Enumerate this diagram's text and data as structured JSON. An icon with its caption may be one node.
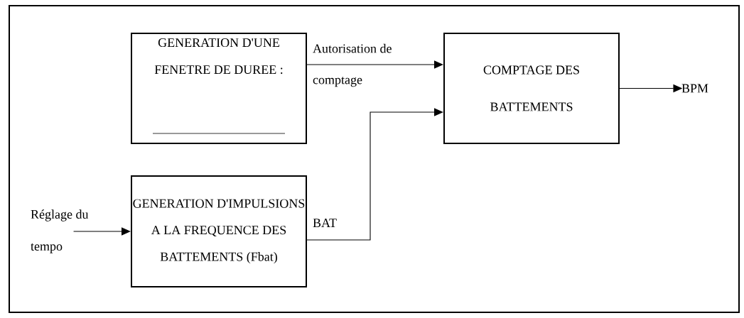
{
  "diagram": {
    "nodes": [
      {
        "text": [
          "GENERATION D'UNE FENETRE DE DUREE :"
        ]
      },
      {
        "text": [
          "COMPTAGE DES BATTEMENTS"
        ]
      },
      {
        "text": [
          "GENERATION D'IMPULSIONS A LA FREQUENCE DES BATTEMENTS (Fbat)"
        ]
      },
      {
        "text": [
          "BPM"
        ]
      },
      {
        "text": [
          "Réglage du tempo"
        ]
      }
    ],
    "edges": [
      {
        "from": 0,
        "to": 1,
        "arrow": "to",
        "label": "Autorisation de comptage"
      },
      {
        "from": 2,
        "to": 1,
        "arrow": "to",
        "label": "BAT"
      },
      {
        "from": 1,
        "to": 3,
        "arrow": "to"
      },
      {
        "from": 4,
        "to": 2,
        "arrow": "to"
      }
    ]
  }
}
